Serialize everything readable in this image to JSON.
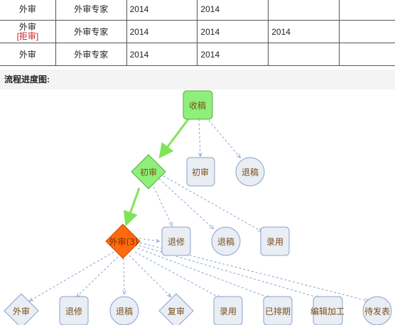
{
  "table": {
    "rows": [
      {
        "stage": "外审",
        "status": "",
        "reviewer": "外审专家",
        "date1": "2014",
        "date2": "2014",
        "date3": "",
        "extra": ""
      },
      {
        "stage": "外审",
        "status": "[拒审]",
        "reviewer": "外审专家",
        "date1": "2014",
        "date2": "2014",
        "date3": "2014",
        "extra": ""
      },
      {
        "stage": "外审",
        "status": "",
        "reviewer": "外审专家",
        "date1": "2014",
        "date2": "2014",
        "date3": "",
        "extra": ""
      }
    ]
  },
  "flow": {
    "title": "流程进度图:",
    "colors": {
      "done": "#8ef07a",
      "current": "#ff6a0e",
      "pending": "#e9edf4",
      "edge_active": "#7ee45a",
      "edge_pending": "#8aa2cc"
    },
    "nodes": {
      "receive": "收稿",
      "first_review": "初审",
      "first_review_opt1": "初审",
      "first_review_opt2": "退稿",
      "external_review": "外审(3)",
      "ext_opt_revise": "退修",
      "ext_opt_reject": "退稿",
      "ext_opt_accept": "录用",
      "b_external": "外审",
      "b_revise": "退修",
      "b_reject": "退稿",
      "b_re_review": "复审",
      "b_accept": "录用",
      "b_scheduled": "已排期",
      "b_edit": "编辑加工",
      "b_pending_pub": "待发表"
    }
  }
}
